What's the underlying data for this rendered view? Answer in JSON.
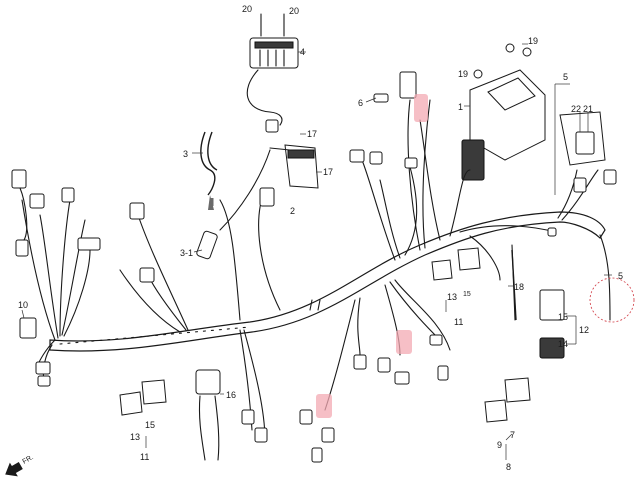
{
  "callouts": {
    "c20a": "20",
    "c20b": "20",
    "c4": "4",
    "c19a": "19",
    "c19b": "19",
    "c1": "1",
    "c5a": "5",
    "c22": "22",
    "c21": "21",
    "c6": "6",
    "c3": "3",
    "c17a": "17",
    "c17b": "17",
    "c2": "2",
    "c31": "3-1",
    "c10": "10",
    "c18": "18",
    "c13a": "13",
    "c15a": "15",
    "c11a": "11",
    "c15b": "15",
    "c12": "12",
    "c14": "14",
    "c5b": "5",
    "c16": "16",
    "c13b": "13",
    "c15c": "15",
    "c11b": "11",
    "c9": "9",
    "c7": "7",
    "c8": "8"
  },
  "fr_label": "FR.",
  "colors": {
    "highlight": "#f3a9b3",
    "circle": "#d0363f",
    "arrow": "#6a6a6a"
  },
  "icons": {
    "front_arrow": "front-direction-arrow-icon"
  }
}
